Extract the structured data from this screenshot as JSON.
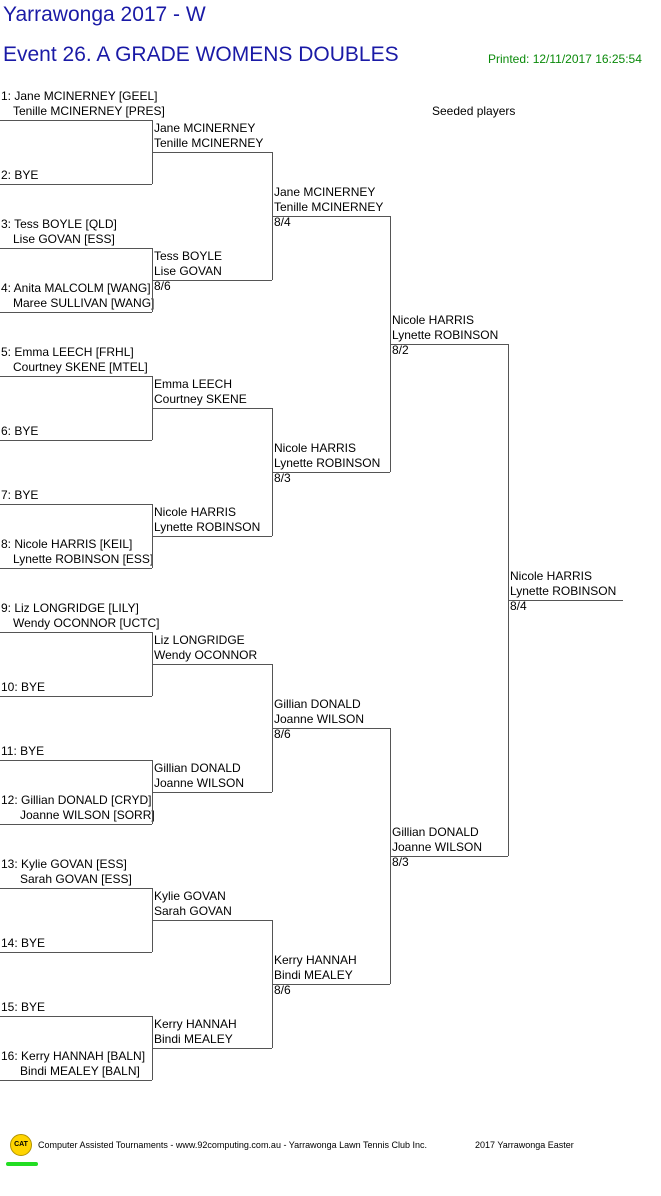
{
  "header": {
    "tournament": "Yarrawonga  2017 - W",
    "event": "Event 26. A GRADE WOMENS DOUBLES",
    "printed": "Printed: 12/11/2017 16:25:54",
    "seeded": "Seeded players"
  },
  "round1": [
    {
      "line1": "1: Jane MCINERNEY [GEEL]",
      "line2": "Tenille MCINERNEY [PRES]"
    },
    {
      "line1": "2: BYE",
      "line2": ""
    },
    {
      "line1": "3: Tess BOYLE [QLD]",
      "line2": "Lise GOVAN [ESS]"
    },
    {
      "line1": "4: Anita MALCOLM [WANG]",
      "line2": "Maree SULLIVAN [WANG]"
    },
    {
      "line1": "5: Emma LEECH [FRHL]",
      "line2": "Courtney SKENE [MTEL]"
    },
    {
      "line1": "6: BYE",
      "line2": ""
    },
    {
      "line1": "7: BYE",
      "line2": ""
    },
    {
      "line1": "8: Nicole HARRIS [KEIL]",
      "line2": "Lynette ROBINSON [ESS]"
    },
    {
      "line1": "9: Liz LONGRIDGE [LILY]",
      "line2": "Wendy OCONNOR [UCTC]"
    },
    {
      "line1": "10: BYE",
      "line2": ""
    },
    {
      "line1": "11: BYE",
      "line2": ""
    },
    {
      "line1": "12: Gillian DONALD [CRYD]",
      "line2": "Joanne WILSON [SORR]"
    },
    {
      "line1": "13: Kylie GOVAN [ESS]",
      "line2": "Sarah GOVAN [ESS]"
    },
    {
      "line1": "14: BYE",
      "line2": ""
    },
    {
      "line1": "15: BYE",
      "line2": ""
    },
    {
      "line1": "16: Kerry HANNAH [BALN]",
      "line2": "Bindi MEALEY [BALN]"
    }
  ],
  "round2": [
    {
      "line1": "Jane MCINERNEY",
      "line2": "Tenille MCINERNEY",
      "score": ""
    },
    {
      "line1": "Tess BOYLE",
      "line2": "Lise GOVAN",
      "score": "8/6"
    },
    {
      "line1": "Emma LEECH",
      "line2": "Courtney SKENE",
      "score": ""
    },
    {
      "line1": "Nicole HARRIS",
      "line2": "Lynette ROBINSON",
      "score": ""
    },
    {
      "line1": "Liz LONGRIDGE",
      "line2": "Wendy OCONNOR",
      "score": ""
    },
    {
      "line1": "Gillian DONALD",
      "line2": "Joanne WILSON",
      "score": ""
    },
    {
      "line1": "Kylie GOVAN",
      "line2": "Sarah GOVAN",
      "score": ""
    },
    {
      "line1": "Kerry HANNAH",
      "line2": "Bindi MEALEY",
      "score": ""
    }
  ],
  "round3": [
    {
      "line1": "Jane MCINERNEY",
      "line2": "Tenille MCINERNEY",
      "score": "8/4"
    },
    {
      "line1": "Nicole HARRIS",
      "line2": "Lynette ROBINSON",
      "score": "8/3"
    },
    {
      "line1": "Gillian DONALD",
      "line2": "Joanne WILSON",
      "score": "8/6"
    },
    {
      "line1": "Kerry HANNAH",
      "line2": "Bindi MEALEY",
      "score": "8/6"
    }
  ],
  "round4": [
    {
      "line1": "Nicole HARRIS",
      "line2": "Lynette ROBINSON",
      "score": "8/2"
    },
    {
      "line1": "Gillian DONALD",
      "line2": "Joanne WILSON",
      "score": "8/3"
    }
  ],
  "final": {
    "line1": "Nicole HARRIS",
    "line2": "Lynette ROBINSON",
    "score": "8/4"
  },
  "footer": {
    "logo": "CAT",
    "credit": "Computer Assisted Tournaments - www.92computing.com.au -  Yarrawonga Lawn Tennis Club Inc.",
    "event_name": "2017 Yarrawonga Easter"
  }
}
